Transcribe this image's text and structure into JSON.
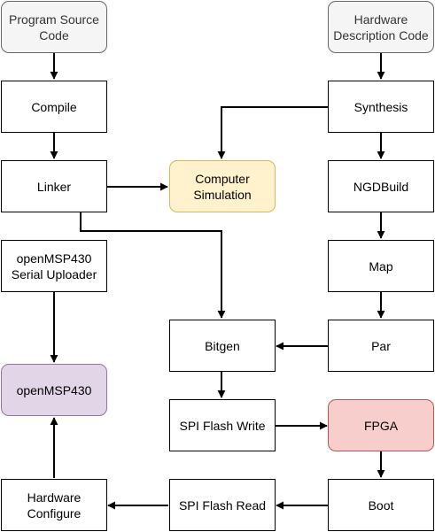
{
  "nodes": {
    "program_source": "Program Source\nCode",
    "compile": "Compile",
    "linker": "Linker",
    "uploader": "openMSP430\nSerial Uploader",
    "openmsp430": "openMSP430",
    "hw_configure": "Hardware\nConfigure",
    "computer_sim": "Computer\nSimulation",
    "bitgen": "Bitgen",
    "spi_write": "SPI Flash Write",
    "spi_read": "SPI Flash Read",
    "hw_description": "Hardware\nDescription Code",
    "synthesis": "Synthesis",
    "ngdbuild": "NGDBuild",
    "map": "Map",
    "par": "Par",
    "fpga": "FPGA",
    "boot": "Boot"
  },
  "colors": {
    "source_fill": "#f5f5f5",
    "simulation_fill": "#fff2cc",
    "openmsp430_fill": "#e1d5e7",
    "fpga_fill": "#f8cecc",
    "edge": "#000000"
  }
}
